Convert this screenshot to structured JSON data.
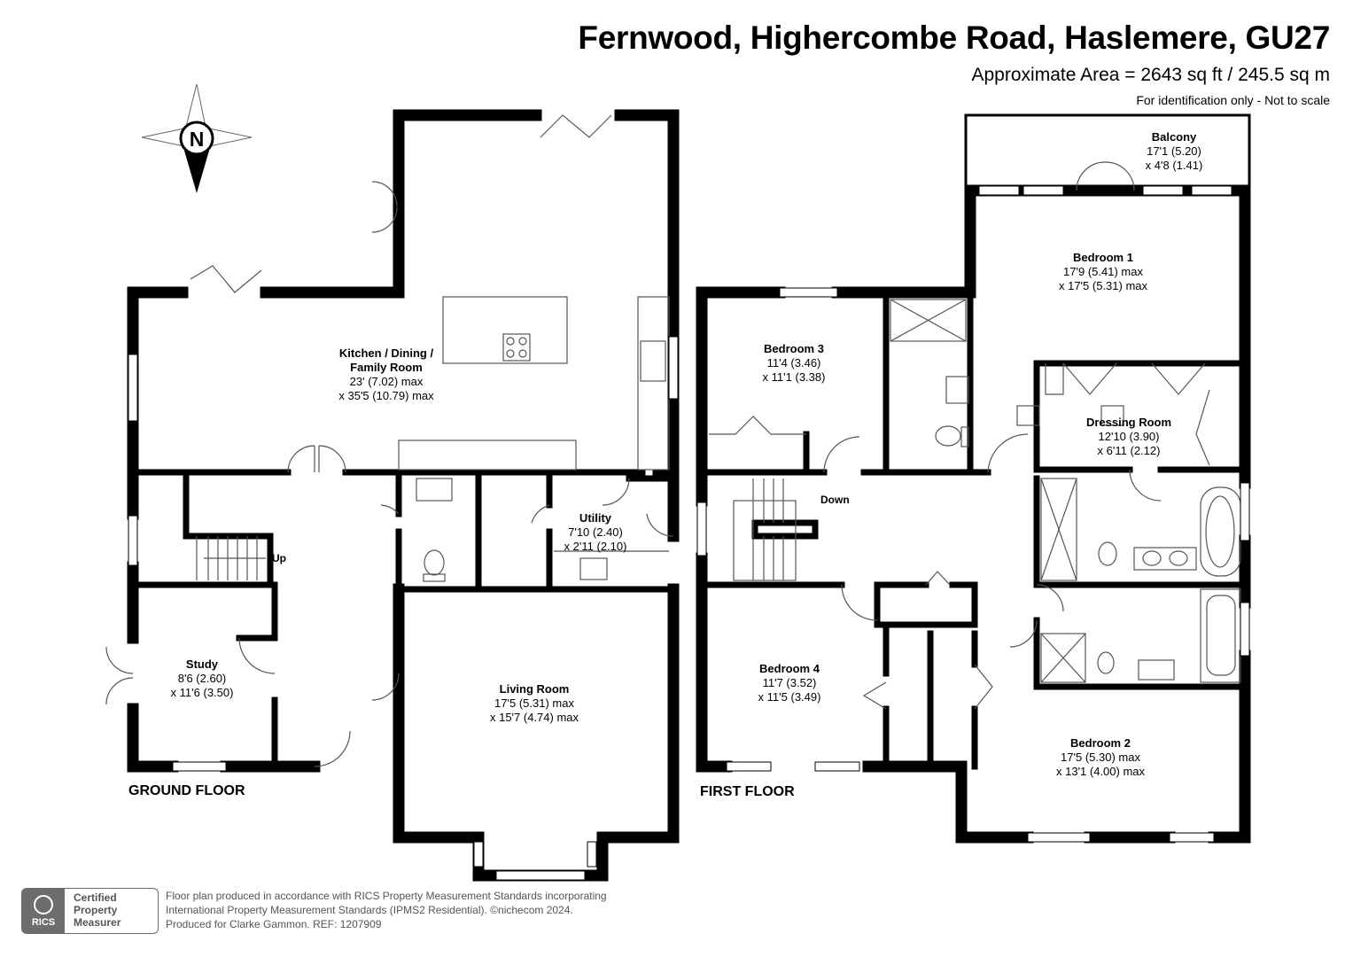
{
  "header": {
    "title": "Fernwood, Highercombe Road, Haslemere, GU27",
    "area": "Approximate Area = 2643 sq ft / 245.5 sq m",
    "ident": "For identification only - Not to scale"
  },
  "compass": {
    "letter": "N"
  },
  "floors": {
    "ground": "GROUND FLOOR",
    "first": "FIRST FLOOR"
  },
  "rooms": {
    "kitchen": {
      "name": "Kitchen / Dining /",
      "name2": "Family Room",
      "dim1": "23' (7.02) max",
      "dim2": "x 35'5 (10.79) max"
    },
    "utility": {
      "name": "Utility",
      "dim1": "7'10 (2.40)",
      "dim2": "x 2'11 (2.10)"
    },
    "study": {
      "name": "Study",
      "dim1": "8'6 (2.60)",
      "dim2": "x 11'6 (3.50)"
    },
    "living": {
      "name": "Living Room",
      "dim1": "17'5 (5.31) max",
      "dim2": "x 15'7 (4.74) max"
    },
    "balcony": {
      "name": "Balcony",
      "dim1": "17'1 (5.20)",
      "dim2": "x 4'8 (1.41)"
    },
    "bed1": {
      "name": "Bedroom 1",
      "dim1": "17'9 (5.41) max",
      "dim2": "x 17'5 (5.31) max"
    },
    "bed3": {
      "name": "Bedroom 3",
      "dim1": "11'4 (3.46)",
      "dim2": "x 11'1 (3.38)"
    },
    "dressing": {
      "name": "Dressing Room",
      "dim1": "12'10 (3.90)",
      "dim2": "x 6'11 (2.12)"
    },
    "bed4": {
      "name": "Bedroom 4",
      "dim1": "11'7 (3.52)",
      "dim2": "x 11'5 (3.49)"
    },
    "bed2": {
      "name": "Bedroom 2",
      "dim1": "17'5 (5.30) max",
      "dim2": "x 13'1 (4.00) max"
    }
  },
  "stairs": {
    "up": "Up",
    "down": "Down"
  },
  "footer": {
    "line1": "Floor plan produced in accordance with RICS Property Measurement Standards incorporating",
    "line2": "International Property Measurement Standards (IPMS2 Residential).  ©nichecom 2024.",
    "line3": "Produced for Clarke Gammon.   REF: 1207909"
  },
  "badge": {
    "logo": "RICS",
    "line1": "Certified",
    "line2": "Property",
    "line3": "Measurer"
  },
  "colors": {
    "wall": "#000000",
    "fixture": "#555555"
  }
}
